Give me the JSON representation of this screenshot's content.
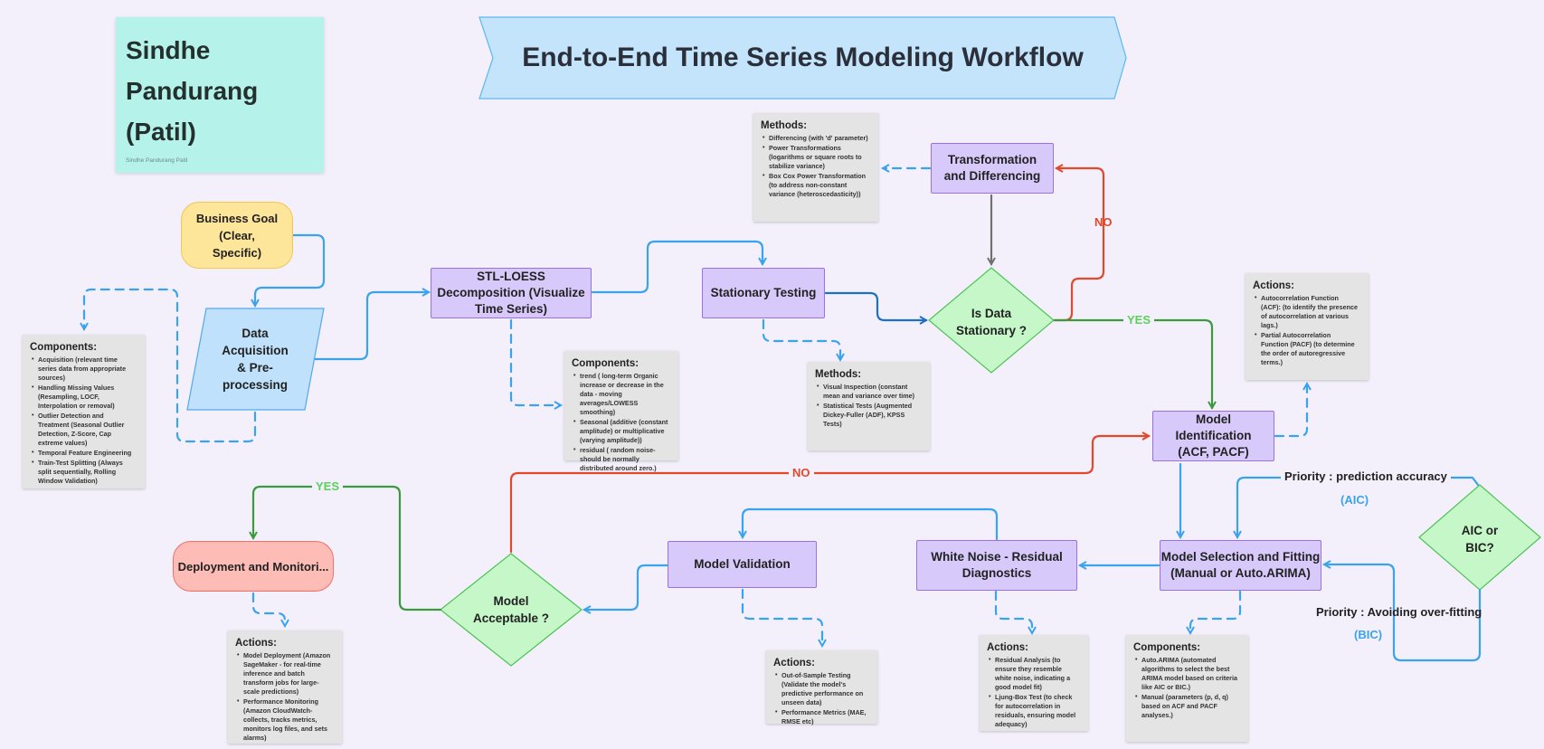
{
  "sticky": {
    "name": "Sindhe Pandurang (Patil)",
    "caption": "Sindhe Pandurang Patil"
  },
  "title": "End-to-End Time Series Modeling Workflow",
  "nodes": {
    "business_goal": "Business Goal (Clear, Specific)",
    "data_acq": "Data Acquisition & Pre-processing",
    "stl": "STL-LOESS Decomposition (Visualize Time Series)",
    "stationary_testing": "Stationary Testing",
    "is_stationary": "Is Data Stationary ?",
    "transformation": "Transformation and Differencing",
    "model_id": "Model Identification (ACF, PACF)",
    "model_sel": "Model Selection and Fitting (Manual or Auto.ARIMA)",
    "aic_bic": "AIC or BIC?",
    "white_noise": "White Noise - Residual Diagnostics",
    "model_validation": "Model Validation",
    "model_acceptable": "Model Acceptable ?",
    "deployment": "Deployment and Monitori..."
  },
  "edge_labels": {
    "no_top": "NO",
    "yes_right": "YES",
    "no_mid": "NO",
    "yes_left": "YES",
    "priority_aic": "Priority : prediction accuracy",
    "aic": "(AIC)",
    "priority_bic": "Priority : Avoiding over-fitting",
    "bic": "(BIC)"
  },
  "notes": {
    "data_components": {
      "title": "Components:",
      "items": [
        "Acquisition (relevant time series data from appropriate sources)",
        "Handling Missing Values (Resampling, LOCF, Interpolation or removal)",
        "Outlier Detection and Treatment (Seasonal Outlier Detection, Z-Score, Cap extreme values)",
        "Temporal Feature Engineering",
        "Train-Test Splitting (Always split sequentially, Rolling Window Validation)"
      ]
    },
    "stl_components": {
      "title": "Components:",
      "items": [
        "trend ( long-term Organic increase or decrease in the data - moving averages/LOWESS smoothing)",
        "Seasonal (additive (constant amplitude) or multiplicative (varying amplitude))",
        "residual ( random noise- should be normally distributed around zero.)"
      ]
    },
    "stationary_methods": {
      "title": "Methods:",
      "items": [
        "Visual Inspection (constant mean and variance over time)",
        "Statistical Tests (Augmented Dickey-Fuller (ADF), KPSS Tests)"
      ]
    },
    "transform_methods": {
      "title": "Methods:",
      "items": [
        "Differencing (with 'd' parameter)",
        "Power Transformations (logarithms or square roots to stabilize variance)",
        "Box Cox Power Transformation (to address non-constant variance (heteroscedasticity))"
      ]
    },
    "acf_actions": {
      "title": "Actions:",
      "items": [
        "Autocorrelation Function (ACF): (to identify the presence of autocorrelation at various lags.)",
        "Partial Autocorrelation Function (PACF) (to determine the order of autoregressive terms.)"
      ]
    },
    "model_components": {
      "title": "Components:",
      "items": [
        "Auto.ARIMA (automated algorithms to select the best ARIMA model based on criteria like AIC or BIC.)",
        "Manual (parameters (p, d, q) based on ACF and PACF analyses.)"
      ]
    },
    "residual_actions": {
      "title": "Actions:",
      "items": [
        "Residual Analysis (to ensure they resemble white noise, indicating a good model fit)",
        "Ljung-Box Test (to check for autocorrelation in residuals, ensuring model adequacy)"
      ]
    },
    "validation_actions": {
      "title": "Actions:",
      "items": [
        "Out-of-Sample Testing (Validate the model's predictive performance on unseen data)",
        "Performance Metrics (MAE, RMSE etc)"
      ]
    },
    "deploy_actions": {
      "title": "Actions:",
      "items": [
        "Model Deployment (Amazon SageMaker - for real-time inference and batch transform jobs for large-scale predictions)",
        "Performance Monitoring (Amazon CloudWatch- collects, tracks metrics, monitors log files, and sets alarms)"
      ]
    }
  },
  "colors": {
    "blue_arrow": "#3aa3ee",
    "dark_blue_arrow": "#1e6fc6",
    "red_arrow": "#e2482a",
    "green_arrow": "#3c9a3c",
    "gray_arrow": "#707070",
    "yes_text": "#5bd15b",
    "no_text": "#e2482a",
    "aic_text": "#3aa3ee",
    "purple_fill": "#d8c9fb",
    "green_diamond_fill": "#c6f7c9",
    "title_banner_fill": "#c3e4fb",
    "sticky_fill": "#b5f2ea"
  }
}
